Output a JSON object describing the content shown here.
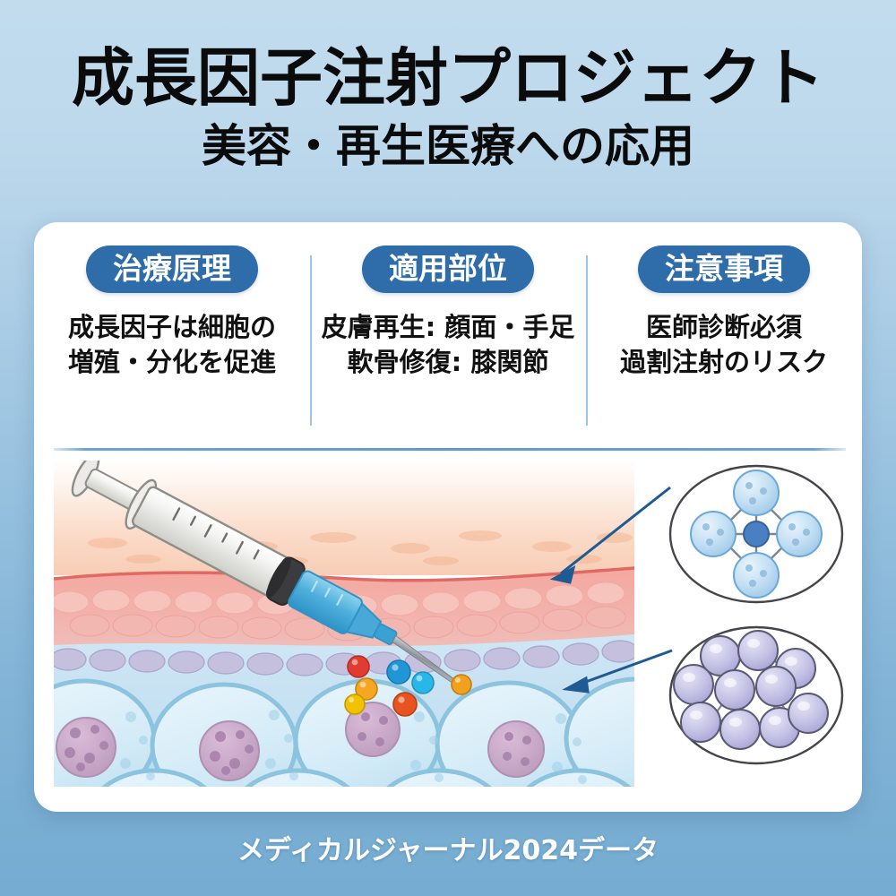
{
  "header": {
    "title": "成長因子注射プロジェクト",
    "subtitle": "美容・再生医療への応用"
  },
  "columns": [
    {
      "badge": "治療原理",
      "line1": "成長因子は細胞の",
      "line2": "増殖・分化を促進"
    },
    {
      "badge": "適用部位",
      "line1": "皮膚再生: 顔面・手足",
      "line2": "軟骨修復: 膝関節"
    },
    {
      "badge": "注意事項",
      "line1": "医師診断必須",
      "line2": "過割注射のリスク"
    }
  ],
  "illustration": {
    "name": "skin-cross-section-injection-diagram",
    "layers": [
      "epidermis-surface",
      "dermis-cell-band",
      "basal-cell-row",
      "subcutaneous-adipose-cells"
    ],
    "syringe": {
      "name": "syringe",
      "barrel_color": "#f2f2f0",
      "fluid_color": "#49a8d8",
      "stopper_color": "#3a3a3c",
      "needle_color": "#9aa0a6"
    },
    "growth_factor_particles": [
      {
        "color": "#e03c31"
      },
      {
        "color": "#f5a623"
      },
      {
        "color": "#f2c200"
      },
      {
        "color": "#2196d6"
      },
      {
        "color": "#29b6e8"
      },
      {
        "color": "#e8541f"
      },
      {
        "color": "#f2a11f"
      }
    ],
    "callouts": [
      {
        "name": "growth-factor-receptor-cluster",
        "cell_color": "#bcdcf2",
        "center_color": "#4a7fc1",
        "cell_count": 4
      },
      {
        "name": "regenerated-cell-network",
        "cell_color": "#bcbce0",
        "cell_count": 10
      }
    ],
    "arrow_color": "#1f5a93"
  },
  "footer": {
    "source": "メディカルジャーナル2024データ"
  },
  "colors": {
    "badge_blue": "#2e6daa",
    "divider_blue": "#9dc4e0",
    "rule_blue": "#5f9bcb",
    "background_top": "#c2dcee",
    "background_bottom": "#76acd2",
    "card_white": "#ffffff",
    "text_black": "#111111",
    "footer_white": "#ffffff"
  }
}
